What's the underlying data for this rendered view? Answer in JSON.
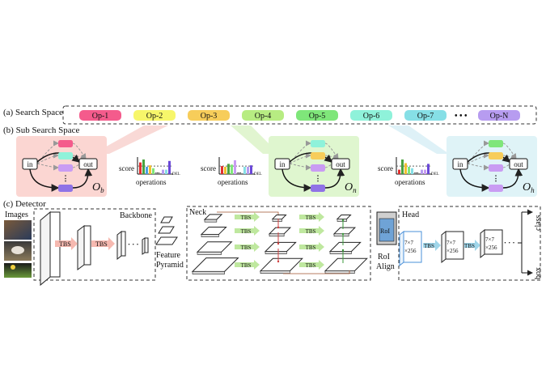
{
  "sections": {
    "search_space": "(a) Search Space",
    "sub_search_space": "(b) Sub Search Space",
    "detector": "(c) Detector"
  },
  "ops": [
    {
      "label": "Op-1",
      "color": "#f45b8c"
    },
    {
      "label": "Op-2",
      "color": "#f7f66a"
    },
    {
      "label": "Op-3",
      "color": "#f7cd5a"
    },
    {
      "label": "Op-4",
      "color": "#b7ec82"
    },
    {
      "label": "Op-5",
      "color": "#7fe67a"
    },
    {
      "label": "Op-6",
      "color": "#8ff2da"
    },
    {
      "label": "Op-7",
      "color": "#86dfe6"
    },
    {
      "label": "Op-N",
      "color": "#b79cf0"
    }
  ],
  "ops_ellipsis": "• • •",
  "cells": [
    {
      "bg": "#fbd6d2",
      "symbol": "O",
      "sub": "b",
      "nodes": [
        "#f45b8c",
        "#8ff2da",
        "#c99cf3",
        "#8f72e6"
      ]
    },
    {
      "bg": "#dff6cf",
      "symbol": "O",
      "sub": "n",
      "nodes": [
        "#8ff2da",
        "#f7cd5a",
        "#c99cf3",
        "#8f72e6"
      ]
    },
    {
      "bg": "#dff3f7",
      "symbol": "O",
      "sub": "h",
      "nodes": [
        "#7fe67a",
        "#f7cd5a",
        "#c99cf3",
        "#c99cf3"
      ]
    }
  ],
  "node_labels": {
    "in": "in",
    "out": "out"
  },
  "score_chart": {
    "score_label": "score",
    "operations_label": "operations",
    "del_label": "DEL",
    "ellipsis": "...",
    "bars": [
      {
        "values": [
          0.8,
          1.0,
          0.5,
          0.6,
          0.4,
          0.3,
          0.3,
          0.9
        ],
        "colors": [
          "#e0302f",
          "#4aa23e",
          "#4aa0e0",
          "#f0c030",
          "#7fe67a",
          "#b79cf0",
          "#86dfe6",
          "#6a48d8"
        ]
      },
      {
        "values": [
          0.55,
          0.5,
          0.7,
          0.65,
          0.95,
          0.5,
          0.5,
          0.6
        ],
        "colors": [
          "#e0302f",
          "#f0c030",
          "#4aa23e",
          "#7fe67a",
          "#c99cf3",
          "#86dfe6",
          "#b79cf0",
          "#6a48d8"
        ]
      },
      {
        "values": [
          0.3,
          1.0,
          0.75,
          0.5,
          0.4,
          0.3,
          0.3,
          0.7
        ],
        "colors": [
          "#e0302f",
          "#4aa23e",
          "#f0c030",
          "#7fe67a",
          "#86dfe6",
          "#b79cf0",
          "#c99cf3",
          "#6a48d8"
        ]
      }
    ]
  },
  "detector": {
    "images_label": "Images",
    "backbone_label": "Backbone",
    "feature_pyramid_label": [
      "Feature",
      "Pyramid"
    ],
    "neck_label": "Neck",
    "roi_label": "RoI",
    "roi_align_label": [
      "RoI",
      "Align"
    ],
    "head_label": "Head",
    "tbs": "TBS",
    "head_dims": [
      "7×7",
      "×256"
    ],
    "ellipsis": "· · ·",
    "class_label": "class",
    "box_label": "box"
  }
}
